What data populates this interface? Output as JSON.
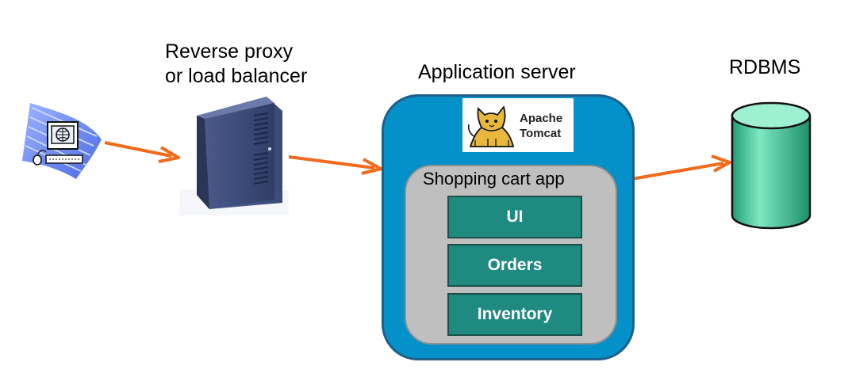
{
  "labels": {
    "proxy_line1": "Reverse proxy",
    "proxy_line2": "or load balancer",
    "app_server": "Application server",
    "rdbms": "RDBMS"
  },
  "tomcat": {
    "line1": "Apache",
    "line2": "Tomcat"
  },
  "cart_app": {
    "label": "Shopping cart app",
    "modules": [
      "UI",
      "Orders",
      "Inventory"
    ]
  },
  "colors": {
    "arrow": "#f26b1d",
    "app_server_fill": "#0490c9",
    "cart_fill": "#bfbfbf",
    "module_fill": "#1f8a80",
    "db_fill": "#3cc39a",
    "server_fill": "#3d4d7a"
  },
  "icons": [
    "client-computer-icon",
    "server-tower-icon",
    "tomcat-cat-icon",
    "database-cylinder-icon"
  ]
}
